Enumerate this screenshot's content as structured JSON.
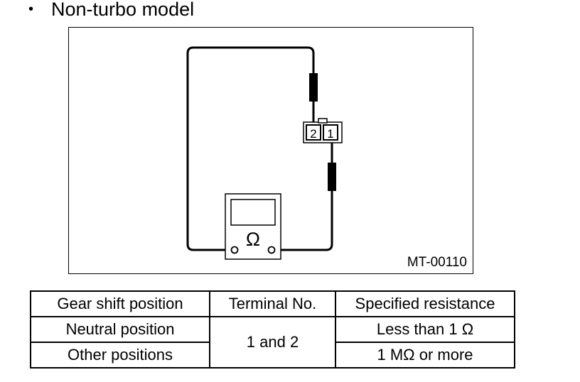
{
  "heading": {
    "bullet": "•",
    "text": "Non-turbo model"
  },
  "figure": {
    "code": "MT-00110",
    "meter_symbol": "Ω",
    "connector_terminals": [
      "2",
      "1"
    ]
  },
  "table": {
    "headers": [
      "Gear shift position",
      "Terminal No.",
      "Specified resistance"
    ],
    "rows": [
      {
        "position": "Neutral position",
        "terminal": "1 and 2",
        "resistance": "Less than 1 Ω"
      },
      {
        "position": "Other positions",
        "terminal": "1 and 2",
        "resistance": "1 MΩ or more"
      }
    ]
  }
}
